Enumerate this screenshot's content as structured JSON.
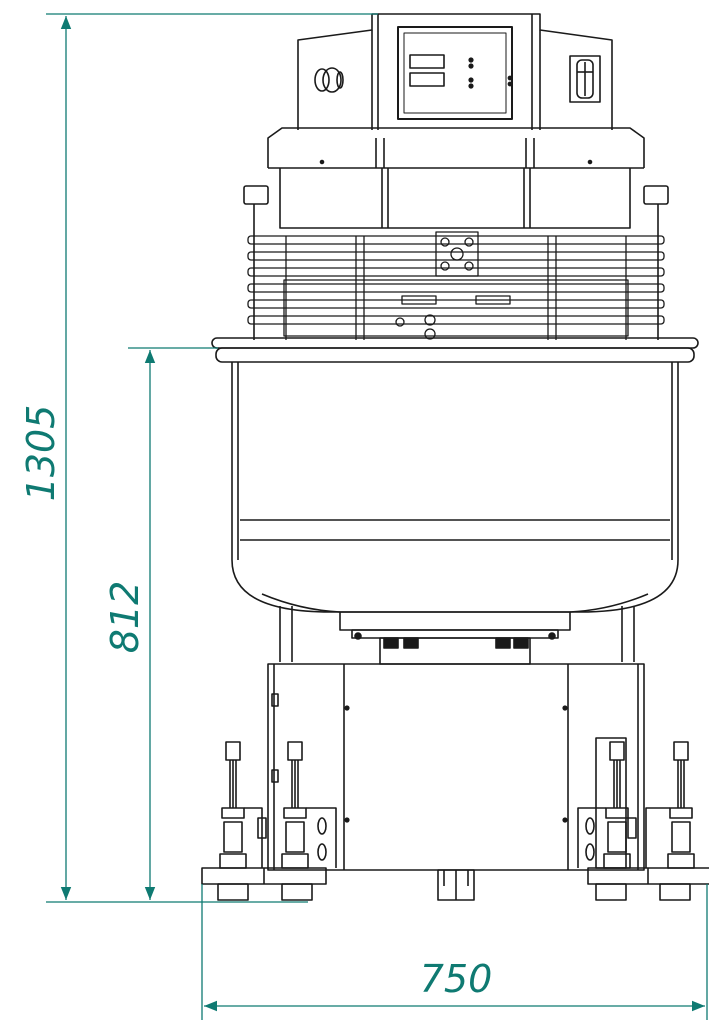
{
  "dimensions": {
    "total_height": "1305",
    "bowl_height": "812",
    "width": "750"
  },
  "colors": {
    "dimension": "#0f7a72",
    "outline": "#1a1a1a",
    "background": "#ffffff"
  }
}
